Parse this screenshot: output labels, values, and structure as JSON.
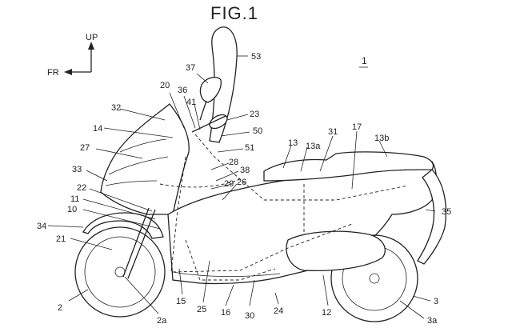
{
  "figure": {
    "title": "FIG.1",
    "ref_main": "1"
  },
  "orientation": {
    "up": "UP",
    "front": "FR"
  },
  "labels": {
    "l53": "53",
    "l37": "37",
    "l20": "20",
    "l36": "36",
    "l41": "41",
    "l23": "23",
    "l32": "32",
    "l50": "50",
    "l14": "14",
    "l51": "51",
    "l13": "13",
    "l13a": "13a",
    "l31": "31",
    "l17": "17",
    "l13b": "13b",
    "l27": "27",
    "l28": "28",
    "l38": "38",
    "l33": "33",
    "l29": "29",
    "l26": "26",
    "l22": "22",
    "l11": "11",
    "l10": "10",
    "l35": "35",
    "l34": "34",
    "l21": "21",
    "l15": "15",
    "l25": "25",
    "l16": "16",
    "l30": "30",
    "l24": "24",
    "l12": "12",
    "l3": "3",
    "l3a": "3a",
    "l2": "2",
    "l2a": "2a"
  }
}
